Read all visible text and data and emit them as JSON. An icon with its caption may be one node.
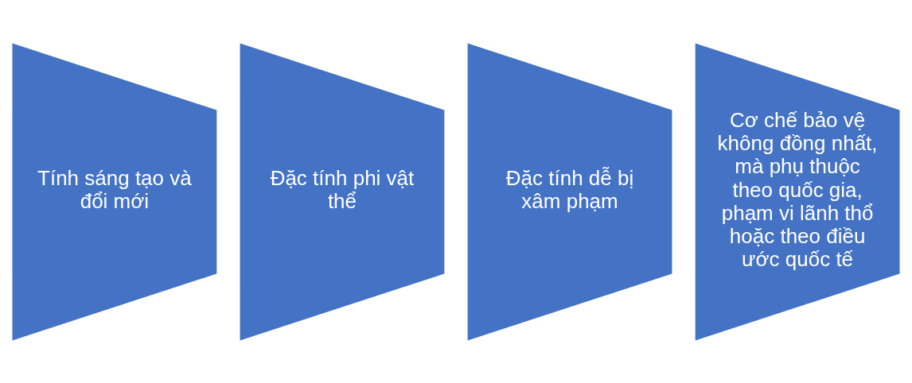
{
  "diagram": {
    "nodes": [
      {
        "text": [
          "Tính sáng tạo và đổi mới"
        ]
      },
      {
        "text": [
          "Đặc tính phi vật thể"
        ]
      },
      {
        "text": [
          "Đặc tính dễ bị xâm phạm"
        ]
      },
      {
        "text": [
          "Cơ chế bảo vệ không đồng nhất, mà phụ thuộc theo quốc gia, phạm vi lãnh thổ hoặc theo điều ước quốc tế"
        ]
      }
    ],
    "edges": []
  }
}
